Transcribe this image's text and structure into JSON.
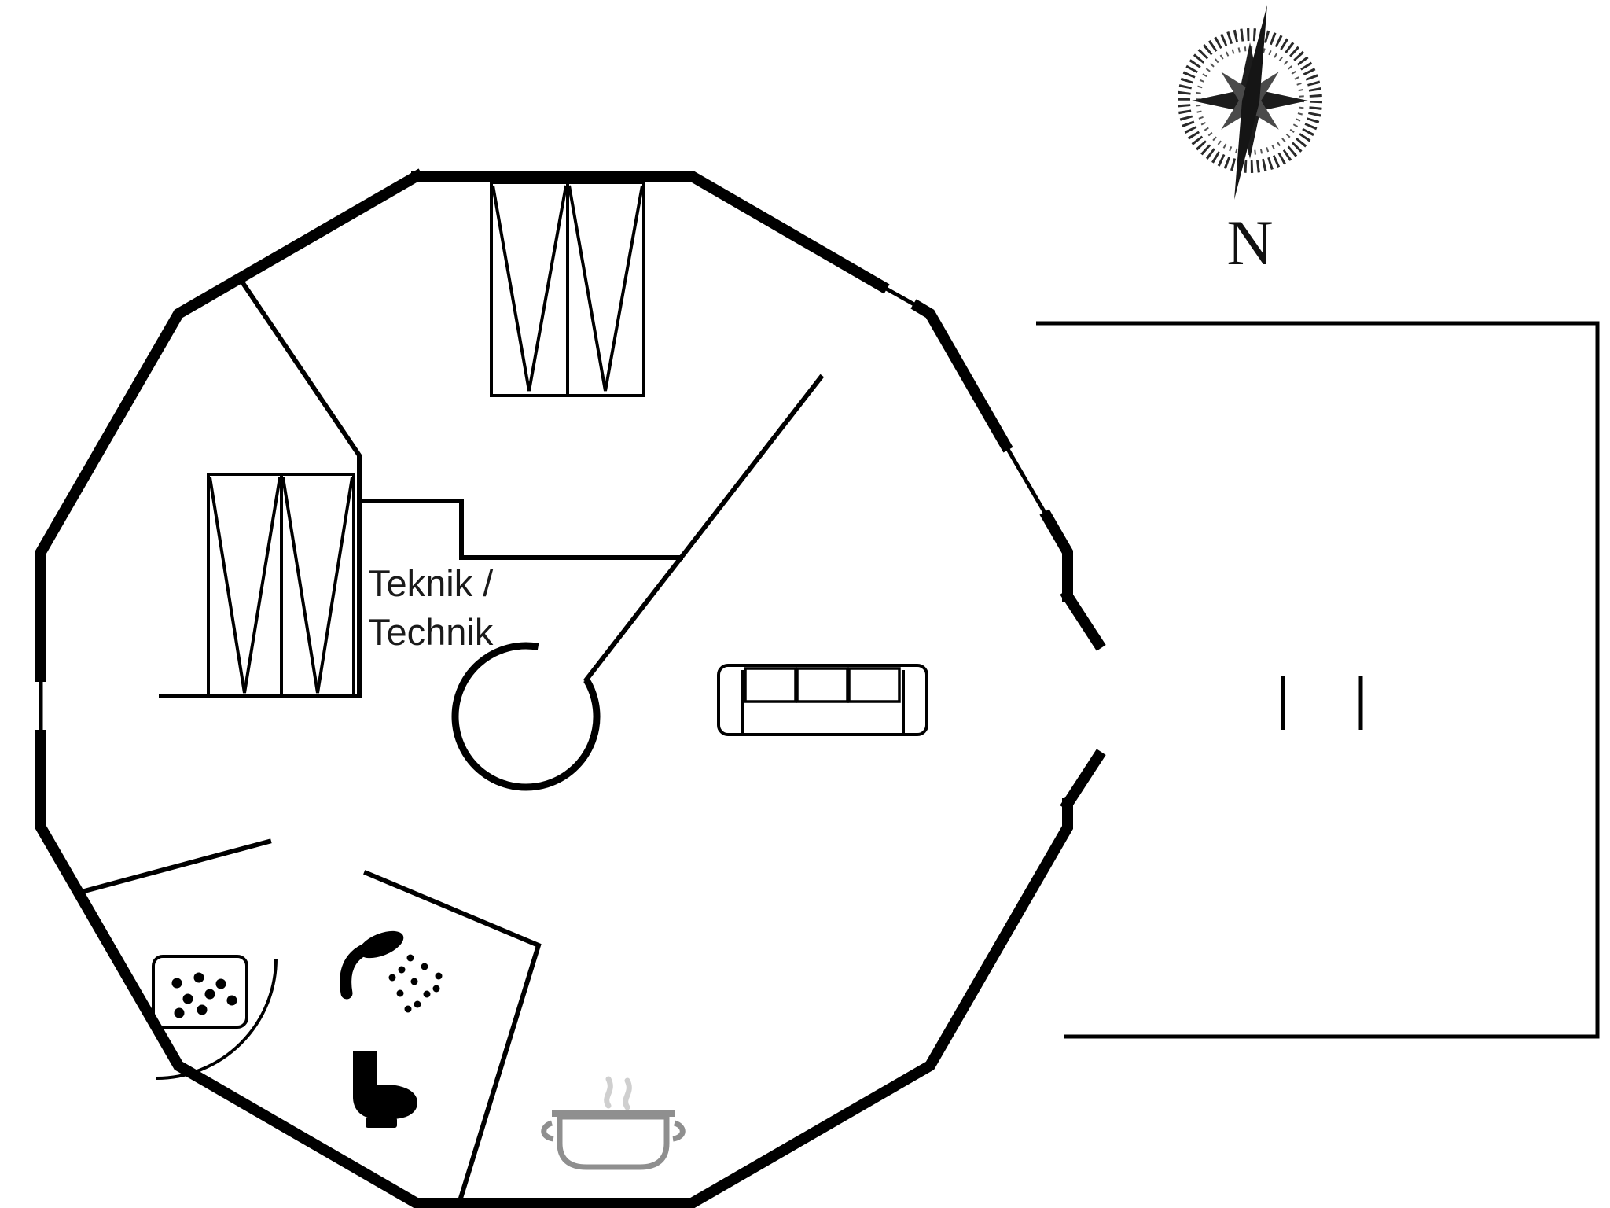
{
  "canvas": {
    "background": "#ffffff",
    "wall_color": "#000000",
    "pot_color": "#8f8f8f",
    "steam_color": "#cfcfcf"
  },
  "compass": {
    "icon": "compass-rose-icon",
    "north_label": "N"
  },
  "technik_label": {
    "line1": "Teknik /",
    "line2": "Technik"
  },
  "plan": {
    "shape": "round-house-dodecagon",
    "furniture_icons": [
      "double-bed-icon",
      "double-bed-icon",
      "sofa-icon",
      "spiral-stair-icon",
      "shower-head-icon",
      "toilet-icon",
      "shower-tray-icon",
      "cooking-pot-icon"
    ],
    "terrace": {
      "tick_count": 2
    }
  }
}
